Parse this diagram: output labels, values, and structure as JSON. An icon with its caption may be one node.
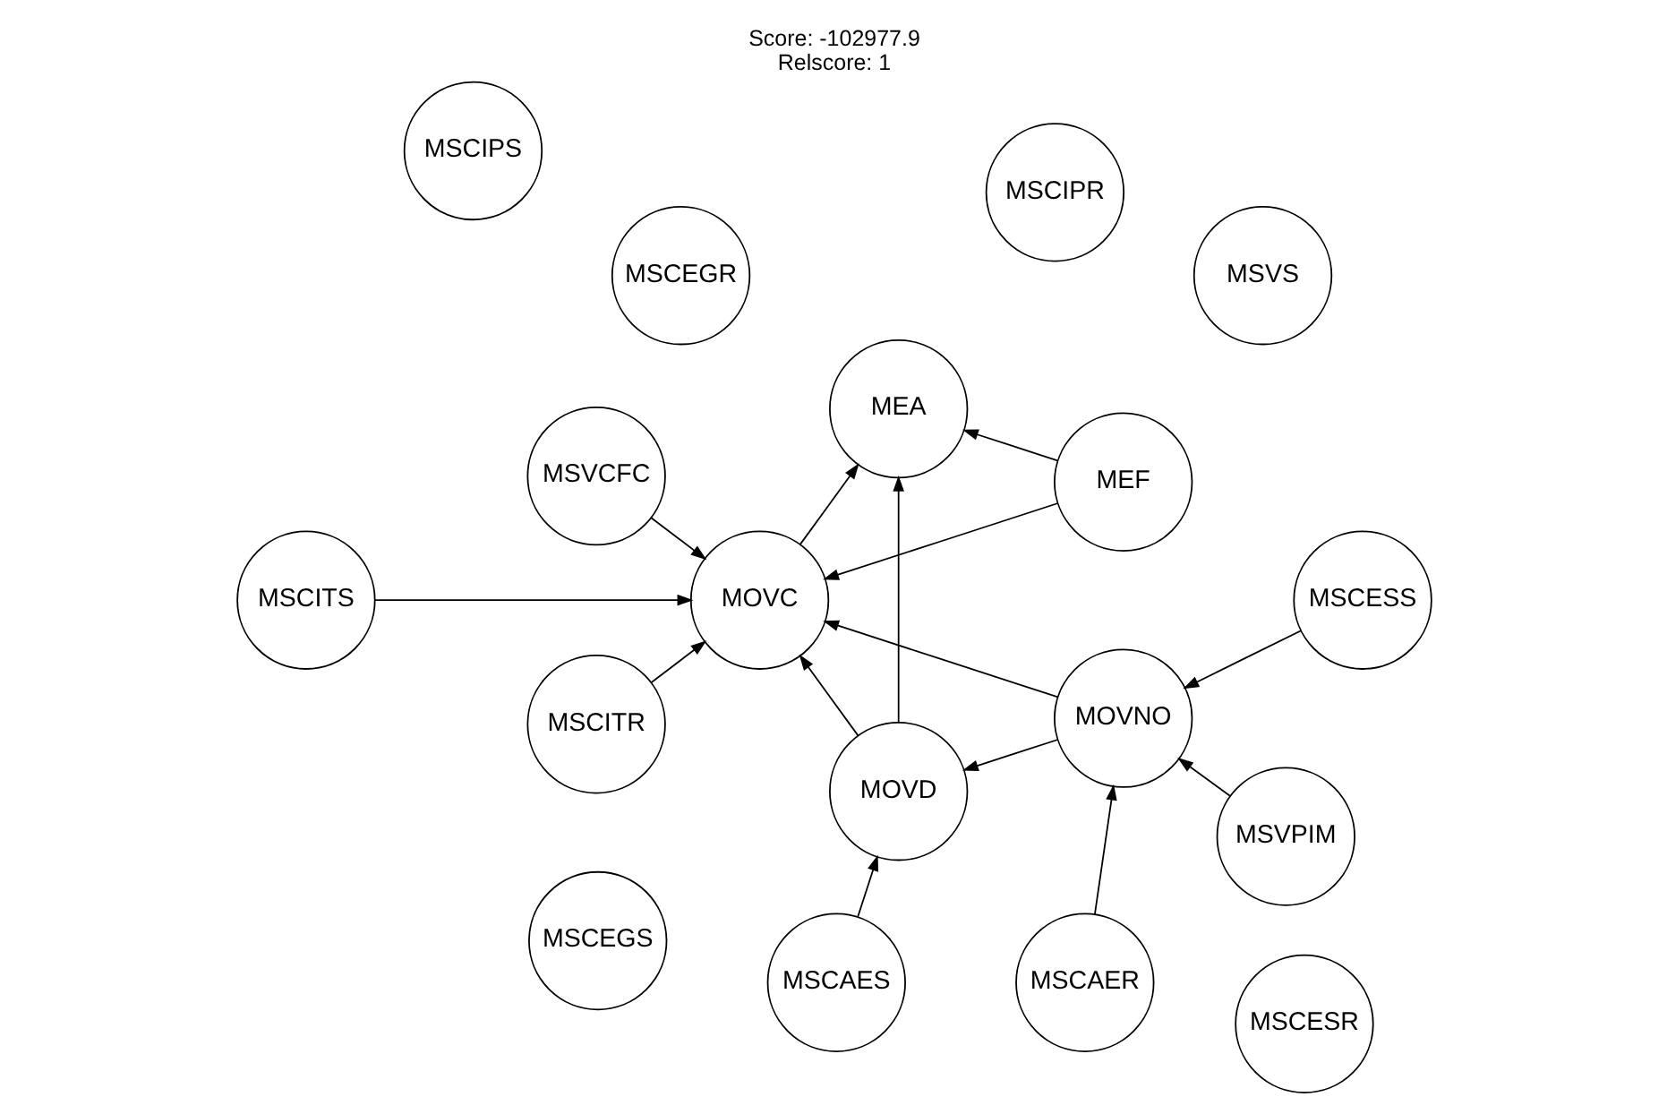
{
  "diagram": {
    "title": "Score: -102977.9",
    "caption": "Relscore: 1",
    "nodes": [
      {
        "text": [
          "MSCITS"
        ]
      },
      {
        "text": [
          "MSCAER"
        ]
      },
      {
        "text": [
          "MSCAES"
        ]
      },
      {
        "text": [
          "MOVNO"
        ]
      },
      {
        "text": [
          "MOVD"
        ]
      },
      {
        "text": [
          "MOVC"
        ]
      },
      {
        "text": [
          "MEA"
        ]
      },
      {
        "text": [
          "MEF"
        ]
      },
      {
        "text": [
          "MSVS"
        ]
      },
      {
        "text": [
          "MSVPIM"
        ]
      },
      {
        "text": [
          "MSVCFC"
        ]
      },
      {
        "text": [
          "MSCEGR"
        ]
      },
      {
        "text": [
          "MSCEGS"
        ]
      },
      {
        "text": [
          "MSCESR"
        ]
      },
      {
        "text": [
          "MSCESS"
        ]
      },
      {
        "text": [
          "MSCIPR"
        ]
      },
      {
        "text": [
          "MSCIPS"
        ]
      },
      {
        "text": [
          "MSCITR"
        ]
      }
    ],
    "edges": [
      {
        "from": 17,
        "to": 5,
        "arrow": "to"
      },
      {
        "from": 0,
        "to": 5,
        "arrow": "to"
      },
      {
        "from": 1,
        "to": 3,
        "arrow": "to"
      },
      {
        "from": 2,
        "to": 4,
        "arrow": "to"
      },
      {
        "from": 14,
        "to": 3,
        "arrow": "to"
      },
      {
        "from": 10,
        "to": 5,
        "arrow": "to"
      },
      {
        "from": 9,
        "to": 3,
        "arrow": "to"
      },
      {
        "from": 3,
        "to": 4,
        "arrow": "to"
      },
      {
        "from": 3,
        "to": 5,
        "arrow": "to"
      },
      {
        "from": 4,
        "to": 5,
        "arrow": "to"
      },
      {
        "from": 5,
        "to": 6,
        "arrow": "to"
      },
      {
        "from": 7,
        "to": 5,
        "arrow": "to"
      },
      {
        "from": 7,
        "to": 6,
        "arrow": "to"
      },
      {
        "from": 4,
        "to": 6,
        "arrow": "to"
      }
    ]
  }
}
